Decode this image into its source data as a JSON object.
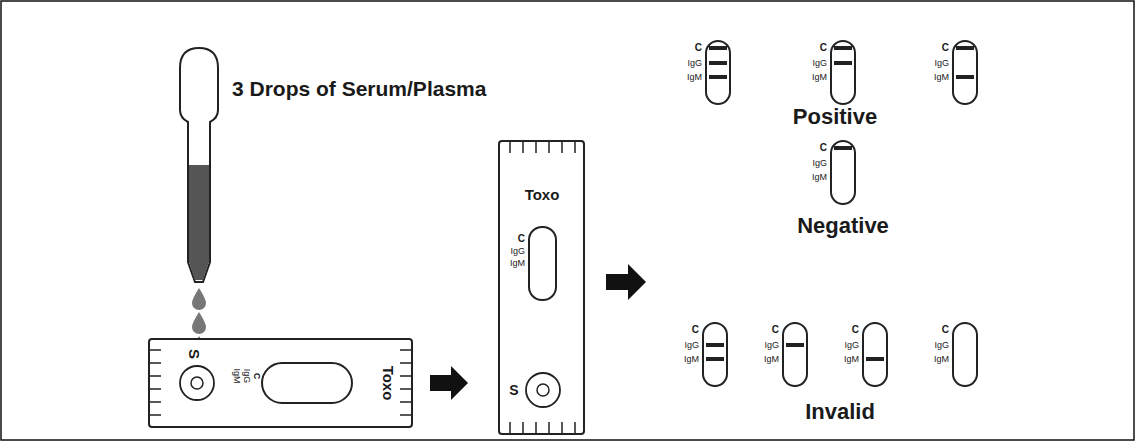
{
  "diagram": {
    "nodes": [
      {
        "text": [
          "S",
          "C",
          "IgG",
          "IgM",
          "Toxo"
        ]
      },
      {
        "text": [
          "Toxo",
          "C",
          "IgG",
          "IgM",
          "S"
        ]
      },
      {
        "text": [
          "C",
          "IgG",
          "IgM"
        ]
      },
      {
        "text": [
          "C",
          "IgG",
          "IgM"
        ]
      },
      {
        "text": [
          "C",
          "IgG",
          "IgM"
        ]
      },
      {
        "text": [
          "C",
          "IgG",
          "IgM"
        ]
      },
      {
        "text": [
          "C",
          "IgG",
          "IgM"
        ]
      },
      {
        "text": [
          "C",
          "IgG",
          "IgM"
        ]
      },
      {
        "text": [
          "C",
          "IgG",
          "IgM"
        ]
      },
      {
        "text": [
          "C",
          "IgG",
          "IgM"
        ]
      }
    ],
    "edges": [
      {
        "from": 0,
        "to": 1,
        "arrow": "to"
      }
    ],
    "labels": [
      "3 Drops of Serum/Plasma",
      "Positive",
      "Negative",
      "Invalid"
    ]
  }
}
